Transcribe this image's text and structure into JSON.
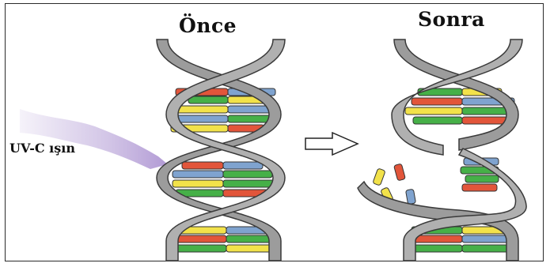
{
  "labels": {
    "before": "Önce",
    "after": "Sonra",
    "uv": "UV-C ışın"
  },
  "colors": {
    "backbone_fill": "#9c9c9c",
    "backbone_stroke": "#3a3a3a",
    "base_red": "#e2553a",
    "base_green": "#46b048",
    "base_blue": "#7fa3cf",
    "base_yellow": "#f2e24a",
    "uv_ray": "#b8a3d8"
  },
  "icons": {
    "arrow": "right-outline-arrow-icon"
  }
}
